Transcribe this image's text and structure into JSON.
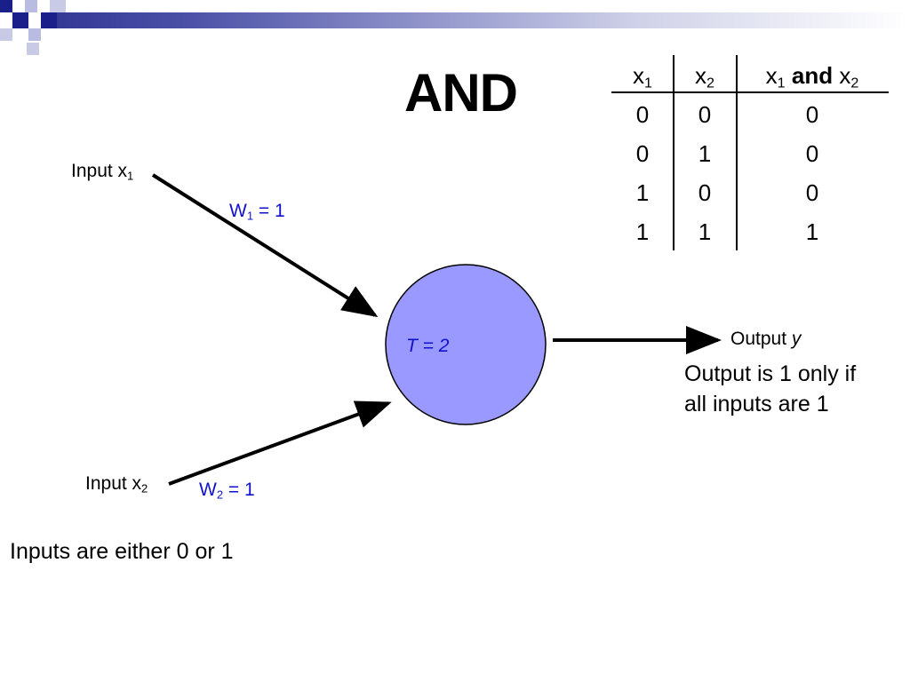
{
  "slide": {
    "title": "AND",
    "truth_table": {
      "headers": [
        {
          "base": "x",
          "sub": "1",
          "mid": "",
          "base2": "",
          "sub2": ""
        },
        {
          "base": "x",
          "sub": "2",
          "mid": "",
          "base2": "",
          "sub2": ""
        },
        {
          "base": "x",
          "sub": "1",
          "mid": "and",
          "base2": "x",
          "sub2": "2"
        }
      ],
      "rows": [
        [
          "0",
          "0",
          "0"
        ],
        [
          "0",
          "1",
          "0"
        ],
        [
          "1",
          "0",
          "0"
        ],
        [
          "1",
          "1",
          "1"
        ]
      ]
    },
    "input1": {
      "text": "Input x",
      "sub": "1"
    },
    "input2": {
      "text": "Input x",
      "sub": "2"
    },
    "weight1": {
      "text": "W",
      "sub": "1",
      "eq": " = 1"
    },
    "weight2": {
      "text": "W",
      "sub": "2",
      "eq": " = 1"
    },
    "threshold": "T = 2",
    "output": {
      "text": "Output ",
      "var": "y"
    },
    "output_note_line1": "Output is 1 only if",
    "output_note_line2": "all inputs are 1",
    "inputs_note": "Inputs are either 0 or 1"
  },
  "colors": {
    "neuron_fill": "#9999ff",
    "weight_text": "#1111cc",
    "header_band": "#2b2f8f"
  }
}
